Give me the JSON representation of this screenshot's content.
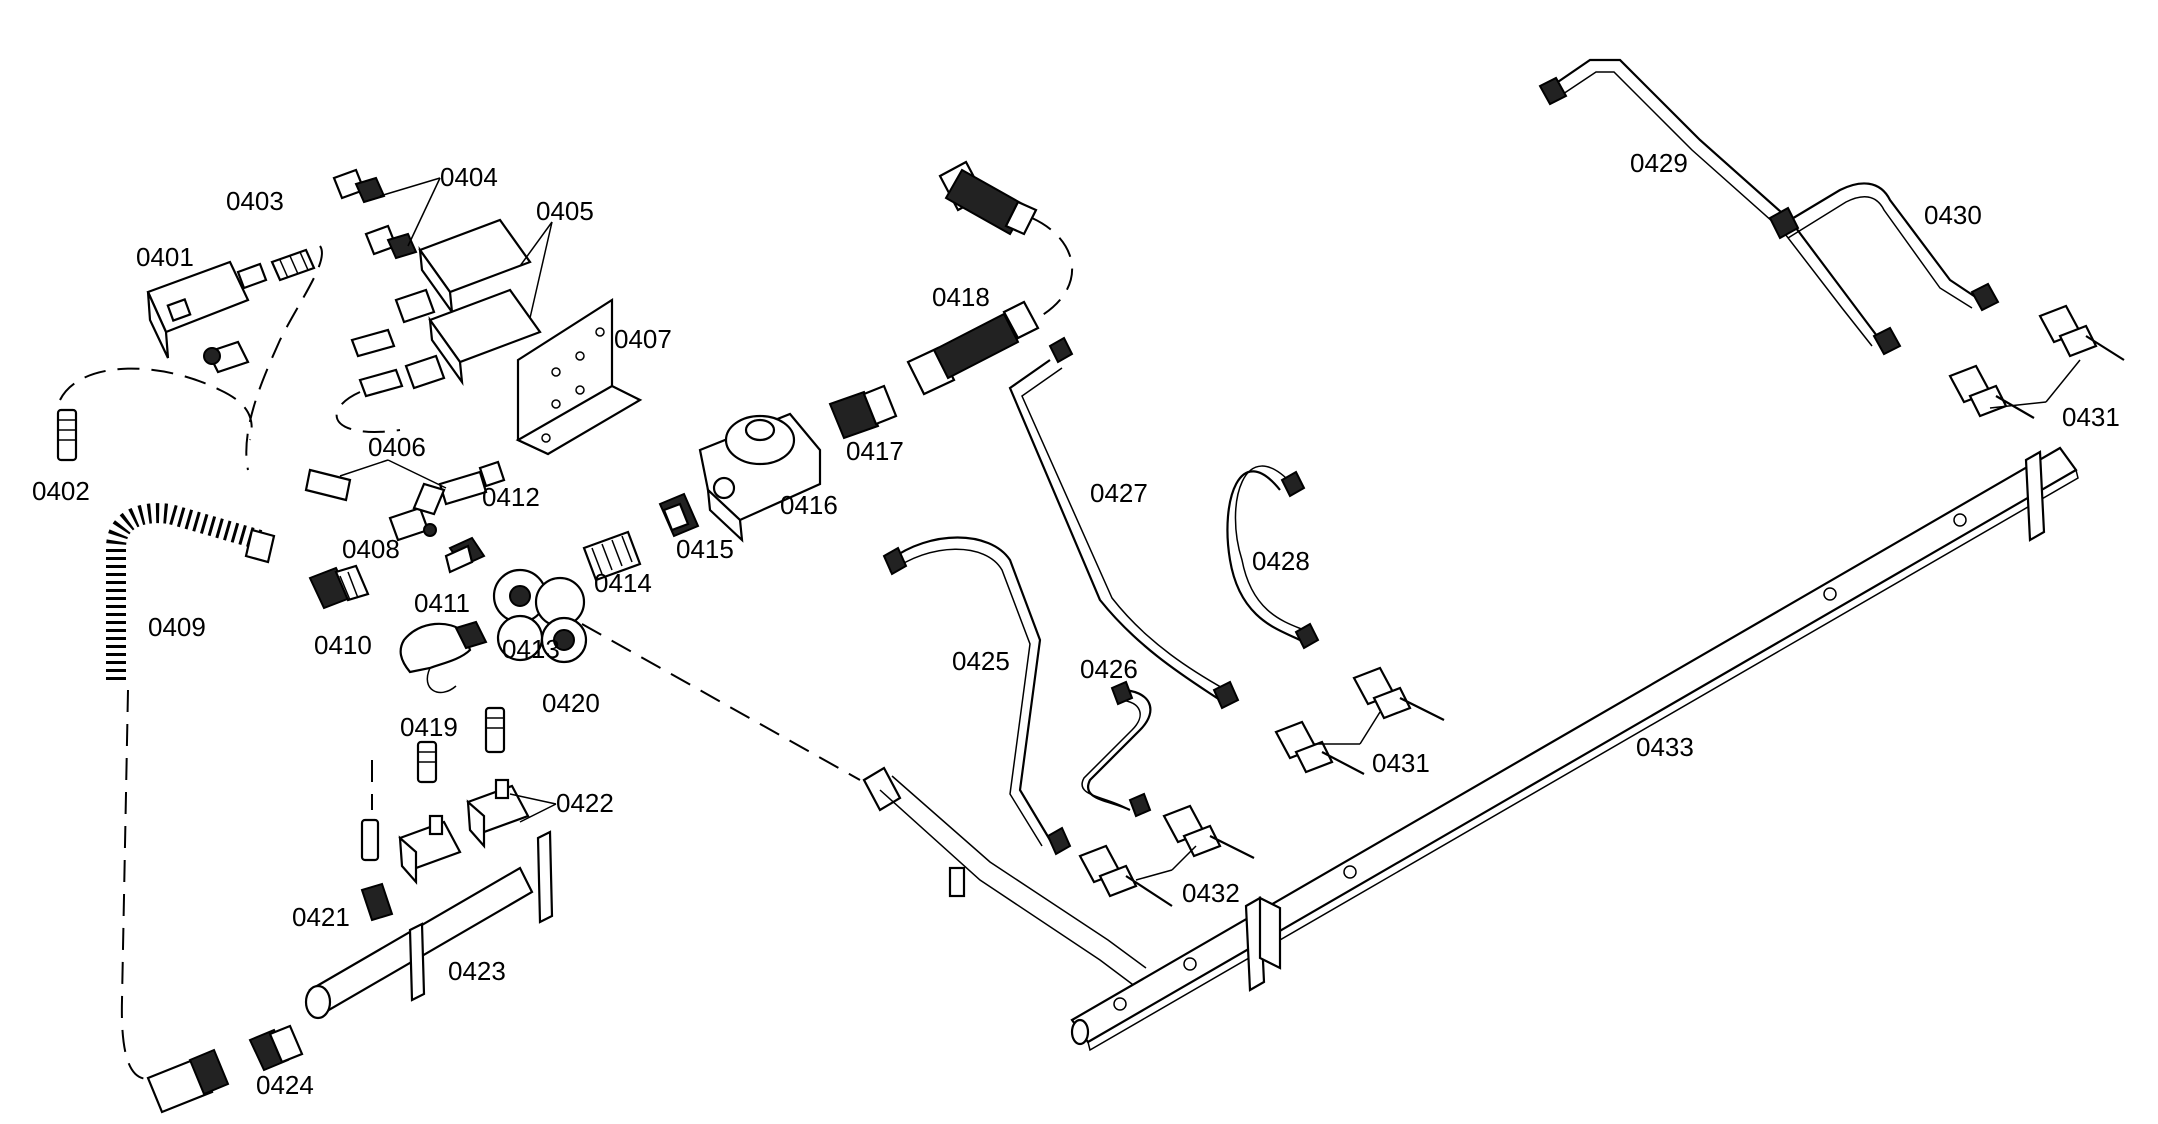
{
  "labels": {
    "p0401": "0401",
    "p0402": "0402",
    "p0403": "0403",
    "p0404": "0404",
    "p0405": "0405",
    "p0406": "0406",
    "p0407": "0407",
    "p0408": "0408",
    "p0409": "0409",
    "p0410": "0410",
    "p0411": "0411",
    "p0412": "0412",
    "p0413": "0413",
    "p0414": "0414",
    "p0415": "0415",
    "p0416": "0416",
    "p0417": "0417",
    "p0418": "0418",
    "p0419": "0419",
    "p0420": "0420",
    "p0421": "0421",
    "p0422": "0422",
    "p0423": "0423",
    "p0424": "0424",
    "p0425": "0425",
    "p0426": "0426",
    "p0427": "0427",
    "p0428": "0428",
    "p0429": "0429",
    "p0430": "0430",
    "p0431a": "0431",
    "p0431b": "0431",
    "p0432": "0432",
    "p0433": "0433"
  },
  "colors": {
    "ink": "#000000",
    "background": "#ffffff"
  }
}
